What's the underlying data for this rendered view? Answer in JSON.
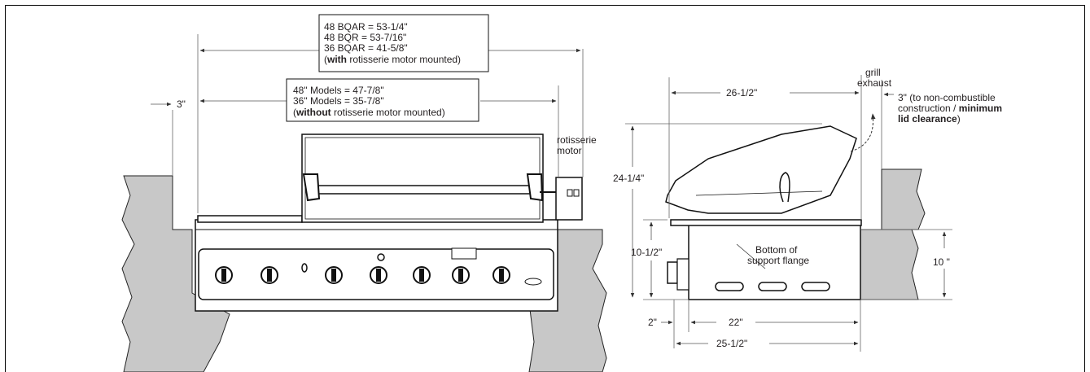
{
  "front_view": {
    "box_with": {
      "line1": "48 BQAR = 53-1/4\"",
      "line2": "48 BQR = 53-7/16\"",
      "line3": "36 BQAR = 41-5/8\"",
      "line4_paren_open": "(",
      "line4_bold": "with",
      "line4_rest": " rotisserie motor mounted)"
    },
    "box_without": {
      "line1": "48\" Models = 47-7/8\"",
      "line2": "36\" Models = 35-7/8\"",
      "line3_paren_open": "(",
      "line3_bold": "without",
      "line3_rest": " rotisserie motor mounted)"
    },
    "clearance_label": "3\"",
    "rotisserie_line1": "rotisserie",
    "rotisserie_line2": "motor"
  },
  "side_view": {
    "grill_line1": "grill",
    "grill_line2": "exhaust",
    "depth_label": "26-1/2\"",
    "lid_note_line1": "3\" (to non-combustible",
    "lid_note_line2_plain": "construction / ",
    "lid_note_line2_bold": "minimum",
    "lid_note_line3_bold": "lid clearance",
    "lid_note_line3_end": ")",
    "height_label": "24-1/4\"",
    "base_height_label": "10-1/2\"",
    "bottom_note_line1": "Bottom of",
    "bottom_note_line2": "support flange",
    "cutout_height_label": "10 \"",
    "offset_label": "2\"",
    "cutout_depth_label": "22\"",
    "overall_depth_label": "25-1/2\""
  }
}
